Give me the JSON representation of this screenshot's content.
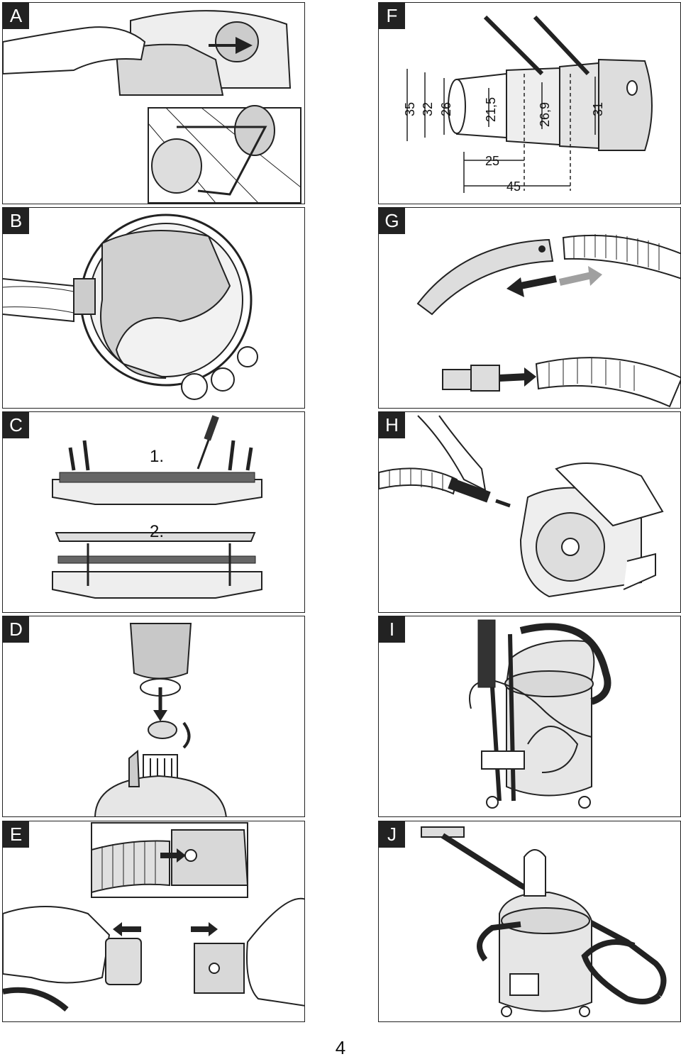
{
  "page_number": "4",
  "panels": [
    {
      "letter": "A"
    },
    {
      "letter": "B"
    },
    {
      "letter": "C"
    },
    {
      "letter": "D"
    },
    {
      "letter": "E"
    },
    {
      "letter": "F"
    },
    {
      "letter": "G"
    },
    {
      "letter": "H"
    },
    {
      "letter": "I"
    },
    {
      "letter": "J"
    }
  ],
  "panel_c": {
    "step1": "1.",
    "step2": "2."
  },
  "panel_f": {
    "dims": [
      "35",
      "32",
      "26",
      "21,5",
      "26,9",
      "31"
    ],
    "len_short": "25",
    "len_long": "45"
  },
  "colors": {
    "line": "#222222",
    "fill_light": "#d8d8d8",
    "fill_mid": "#bdbdbd",
    "arrow_grey": "#a0a0a0"
  }
}
